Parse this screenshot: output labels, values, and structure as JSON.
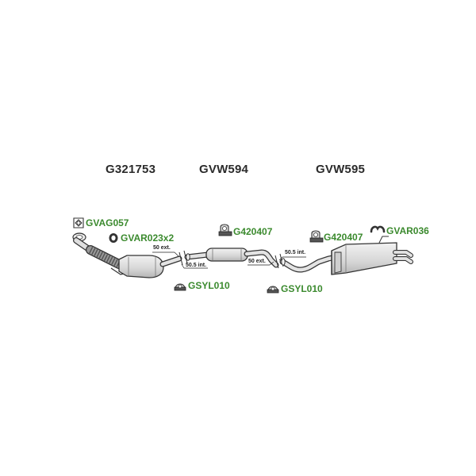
{
  "titles": {
    "front": "G321753",
    "middle": "GVW594",
    "rear": "GVW595"
  },
  "accessories": {
    "gasket": "GVAG057",
    "ring": "GVAR023x2",
    "clamp_front": "G420407",
    "clamp_rear": "G420407",
    "hanger": "GVAR036",
    "sleeve_front": "GSYL010",
    "sleeve_rear": "GSYL010"
  },
  "dimensions": {
    "cat_outlet": "50 ext.",
    "mid_inlet": "50.5 int.",
    "mid_outlet": "50 ext.",
    "rear_inlet": "50.5 int."
  },
  "colors": {
    "title": "#2b2b2b",
    "accessory_label": "#3b8a2e",
    "pipe_fill": "#e6e6e6",
    "pipe_stroke": "#333333"
  },
  "icons": {
    "gasket": "flange-gasket-icon",
    "ring": "rubber-ring-icon",
    "clamp": "u-bolt-clamp-icon",
    "hanger": "rubber-hanger-icon",
    "sleeve": "sleeve-clamp-icon"
  }
}
